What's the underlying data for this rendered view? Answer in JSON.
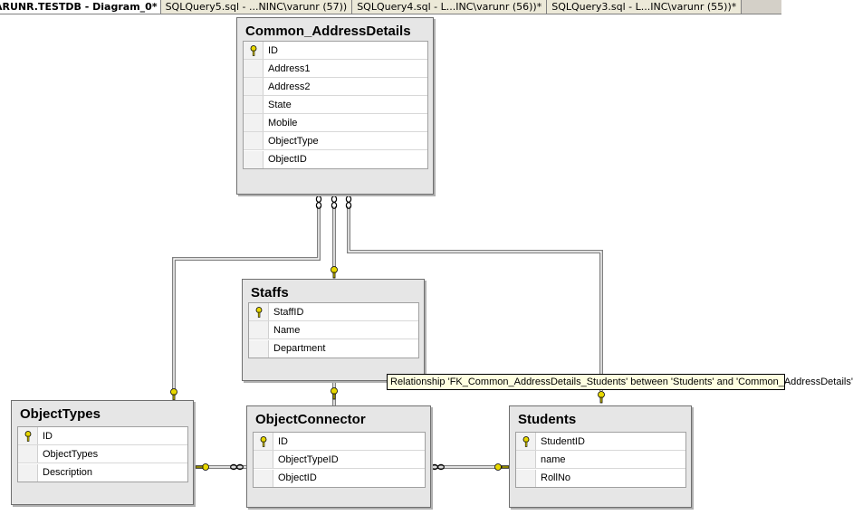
{
  "tabs": [
    {
      "label": "ARUNR.TESTDB - Diagram_0*",
      "active": true
    },
    {
      "label": "SQLQuery5.sql - ...NINC\\varunr (57))",
      "active": false
    },
    {
      "label": "SQLQuery4.sql - L...INC\\varunr (56))*",
      "active": false
    },
    {
      "label": "SQLQuery3.sql - L...INC\\varunr (55))*",
      "active": false
    }
  ],
  "tables": {
    "address": {
      "name": "Common_AddressDetails",
      "columns": [
        {
          "name": "ID",
          "key": true
        },
        {
          "name": "Address1"
        },
        {
          "name": "Address2"
        },
        {
          "name": "State"
        },
        {
          "name": "Mobile"
        },
        {
          "name": "ObjectType"
        },
        {
          "name": "ObjectID"
        }
      ]
    },
    "staffs": {
      "name": "Staffs",
      "columns": [
        {
          "name": "StaffID",
          "key": true
        },
        {
          "name": "Name"
        },
        {
          "name": "Department"
        }
      ]
    },
    "objecttypes": {
      "name": "ObjectTypes",
      "columns": [
        {
          "name": "ID",
          "key": true
        },
        {
          "name": "ObjectTypes"
        },
        {
          "name": "Description"
        }
      ]
    },
    "objectconnector": {
      "name": "ObjectConnector",
      "columns": [
        {
          "name": "ID",
          "key": true
        },
        {
          "name": "ObjectTypeID"
        },
        {
          "name": "ObjectID"
        }
      ]
    },
    "students": {
      "name": "Students",
      "columns": [
        {
          "name": "StudentID",
          "key": true
        },
        {
          "name": "name"
        },
        {
          "name": "RollNo"
        }
      ]
    }
  },
  "tooltip": "Relationship 'FK_Common_AddressDetails_Students' between 'Students' and 'Common_AddressDetails'",
  "colors": {
    "key": "#e8d800",
    "line": "#808080",
    "tooltip_bg": "#ffffe1"
  }
}
